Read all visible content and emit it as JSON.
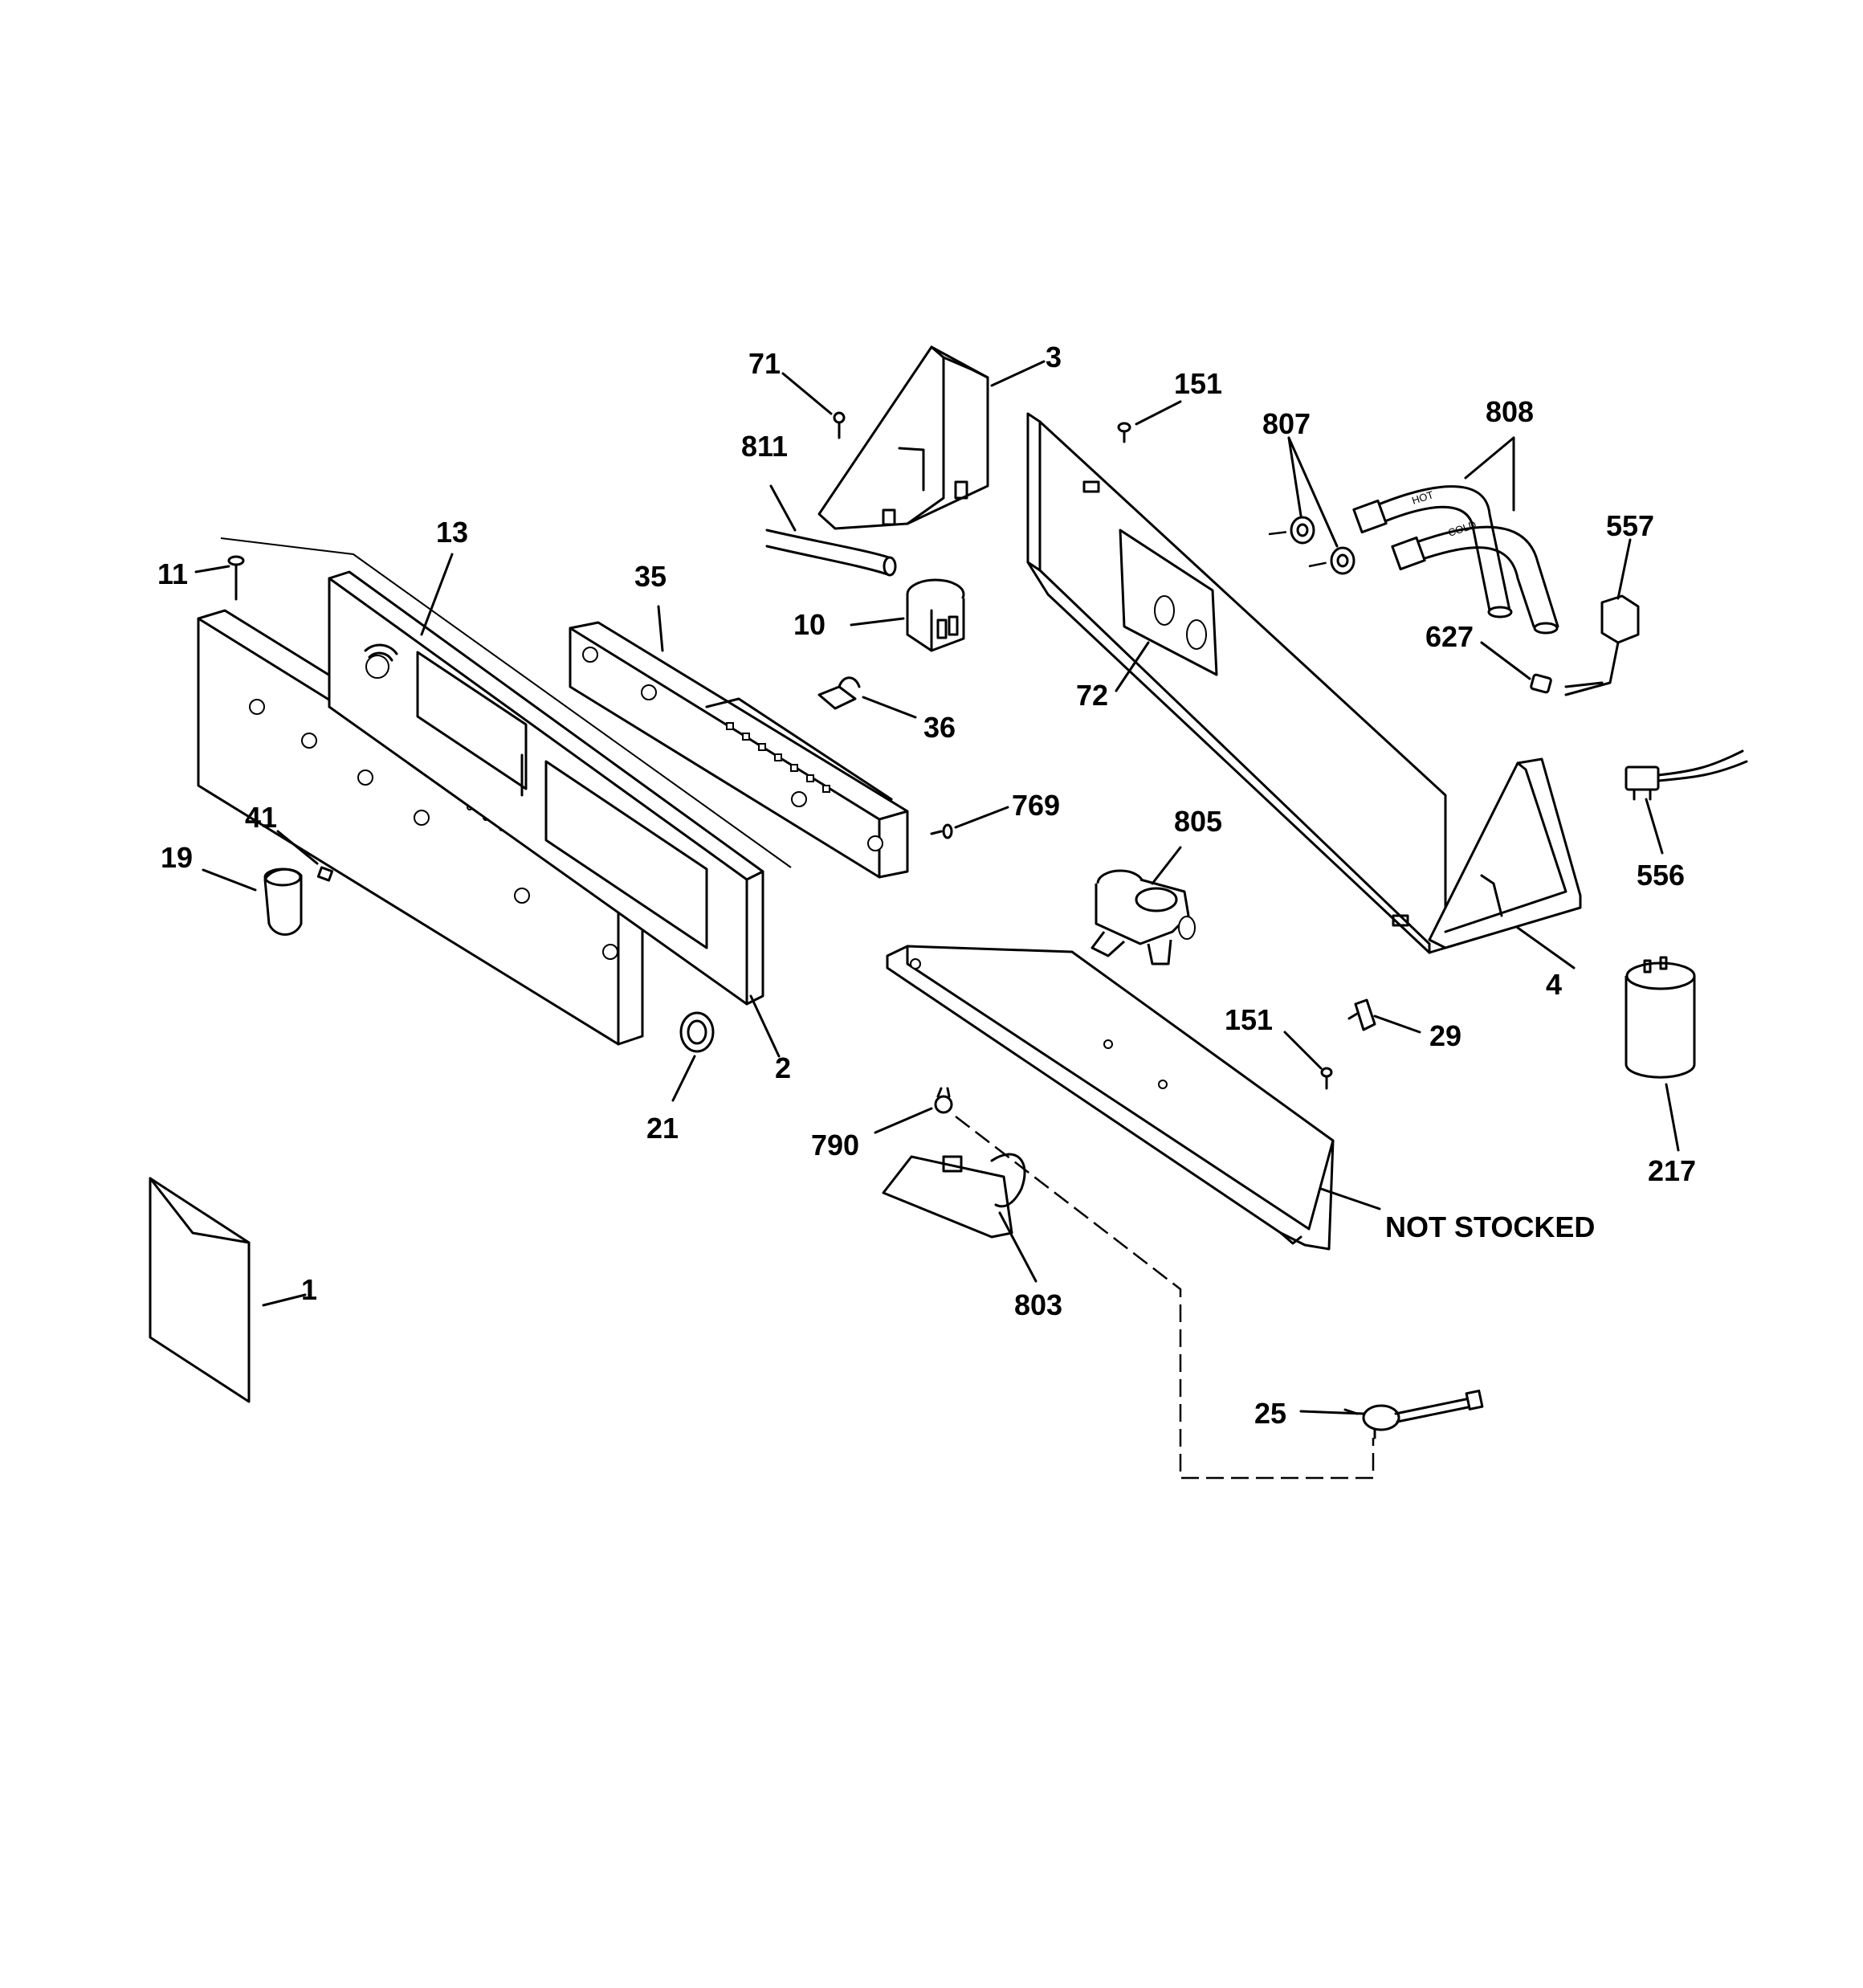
{
  "callouts": {
    "c1": "1",
    "c2": "2",
    "c3": "3",
    "c4": "4",
    "c10": "10",
    "c11": "11",
    "c13": "13",
    "c19": "19",
    "c21": "21",
    "c25": "25",
    "c29": "29",
    "c35": "35",
    "c36": "36",
    "c41": "41",
    "c71": "71",
    "c72": "72",
    "c151a": "151",
    "c151b": "151",
    "c217": "217",
    "c556": "556",
    "c557": "557",
    "c627": "627",
    "c769": "769",
    "c790": "790",
    "c803": "803",
    "c805": "805",
    "c807": "807",
    "c808": "808",
    "c811": "811",
    "not_stocked": "NOT STOCKED"
  },
  "hose_marks": {
    "hot": "HOT",
    "cold": "COLD"
  }
}
